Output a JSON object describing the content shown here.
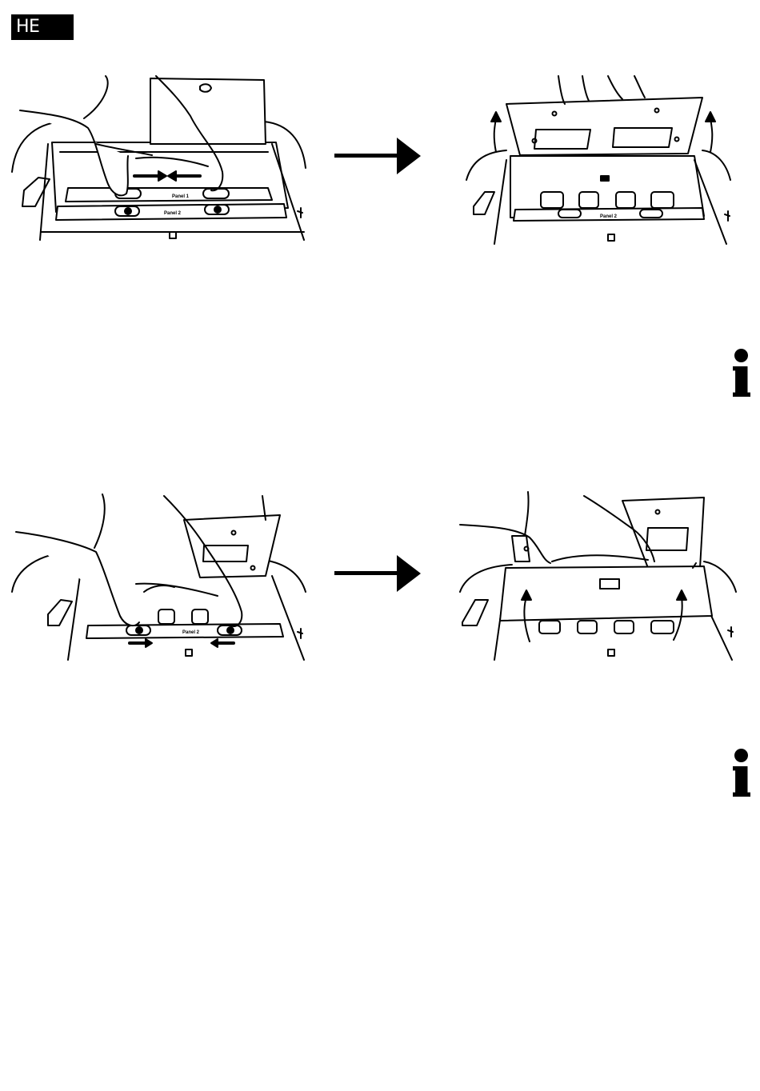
{
  "header": {
    "language_code": "HE"
  },
  "steps": [
    {
      "panel_labels": [
        "Panel 1",
        "Panel 2"
      ]
    },
    {
      "panel_labels": [
        "Panel 2"
      ]
    },
    {
      "panel_labels": [
        "Panel 2"
      ]
    },
    {
      "panel_labels": []
    }
  ],
  "icons": {
    "info": "info-icon",
    "arrow": "right-arrow-icon"
  }
}
